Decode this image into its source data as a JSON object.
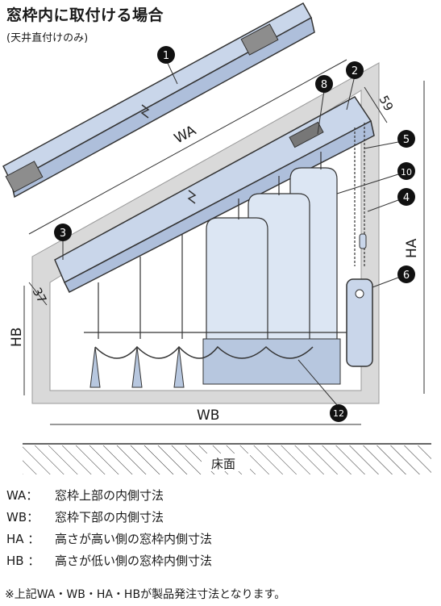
{
  "title": "窓枠内に取付ける場合",
  "subtitle": "(天井直付けのみ)",
  "dimensions": {
    "wa": "WA",
    "wb": "WB",
    "ha": "HA",
    "hb": "HB",
    "d59": "59",
    "d37": "37"
  },
  "floor_label": "床面",
  "part_numbers": [
    "1",
    "2",
    "3",
    "4",
    "5",
    "6",
    "8",
    "10",
    "12"
  ],
  "legend": [
    {
      "key": "WA：",
      "text": "窓枠上部の内側寸法"
    },
    {
      "key": "WB：",
      "text": "窓枠下部の内側寸法"
    },
    {
      "key": "HA ：",
      "text": "高さが高い側の窓枠内側寸法"
    },
    {
      "key": "HB ：",
      "text": "高さが低い側の窓枠内側寸法"
    }
  ],
  "note": "※上記WA・WB・HA・HBが製品発注寸法となります。",
  "colors": {
    "rail": "#c9d6ea",
    "panel": "#dce6f3",
    "panel_dark": "#b7c7df",
    "frame": "#d7d7d7",
    "badge": "#111111"
  }
}
